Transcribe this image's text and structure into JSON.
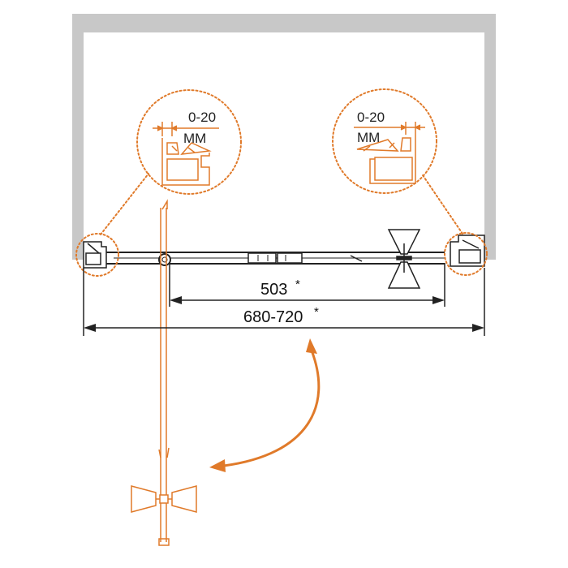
{
  "tolerance": {
    "left": {
      "range": "0-20",
      "unit": "ММ"
    },
    "right": {
      "range": "0-20",
      "unit": "ММ"
    }
  },
  "dimensions": {
    "opening": "503",
    "overall": "680-720",
    "mark": "*"
  },
  "colors": {
    "wall": "#c8c8c8",
    "accent": "#e07a2a",
    "line": "#222222"
  }
}
